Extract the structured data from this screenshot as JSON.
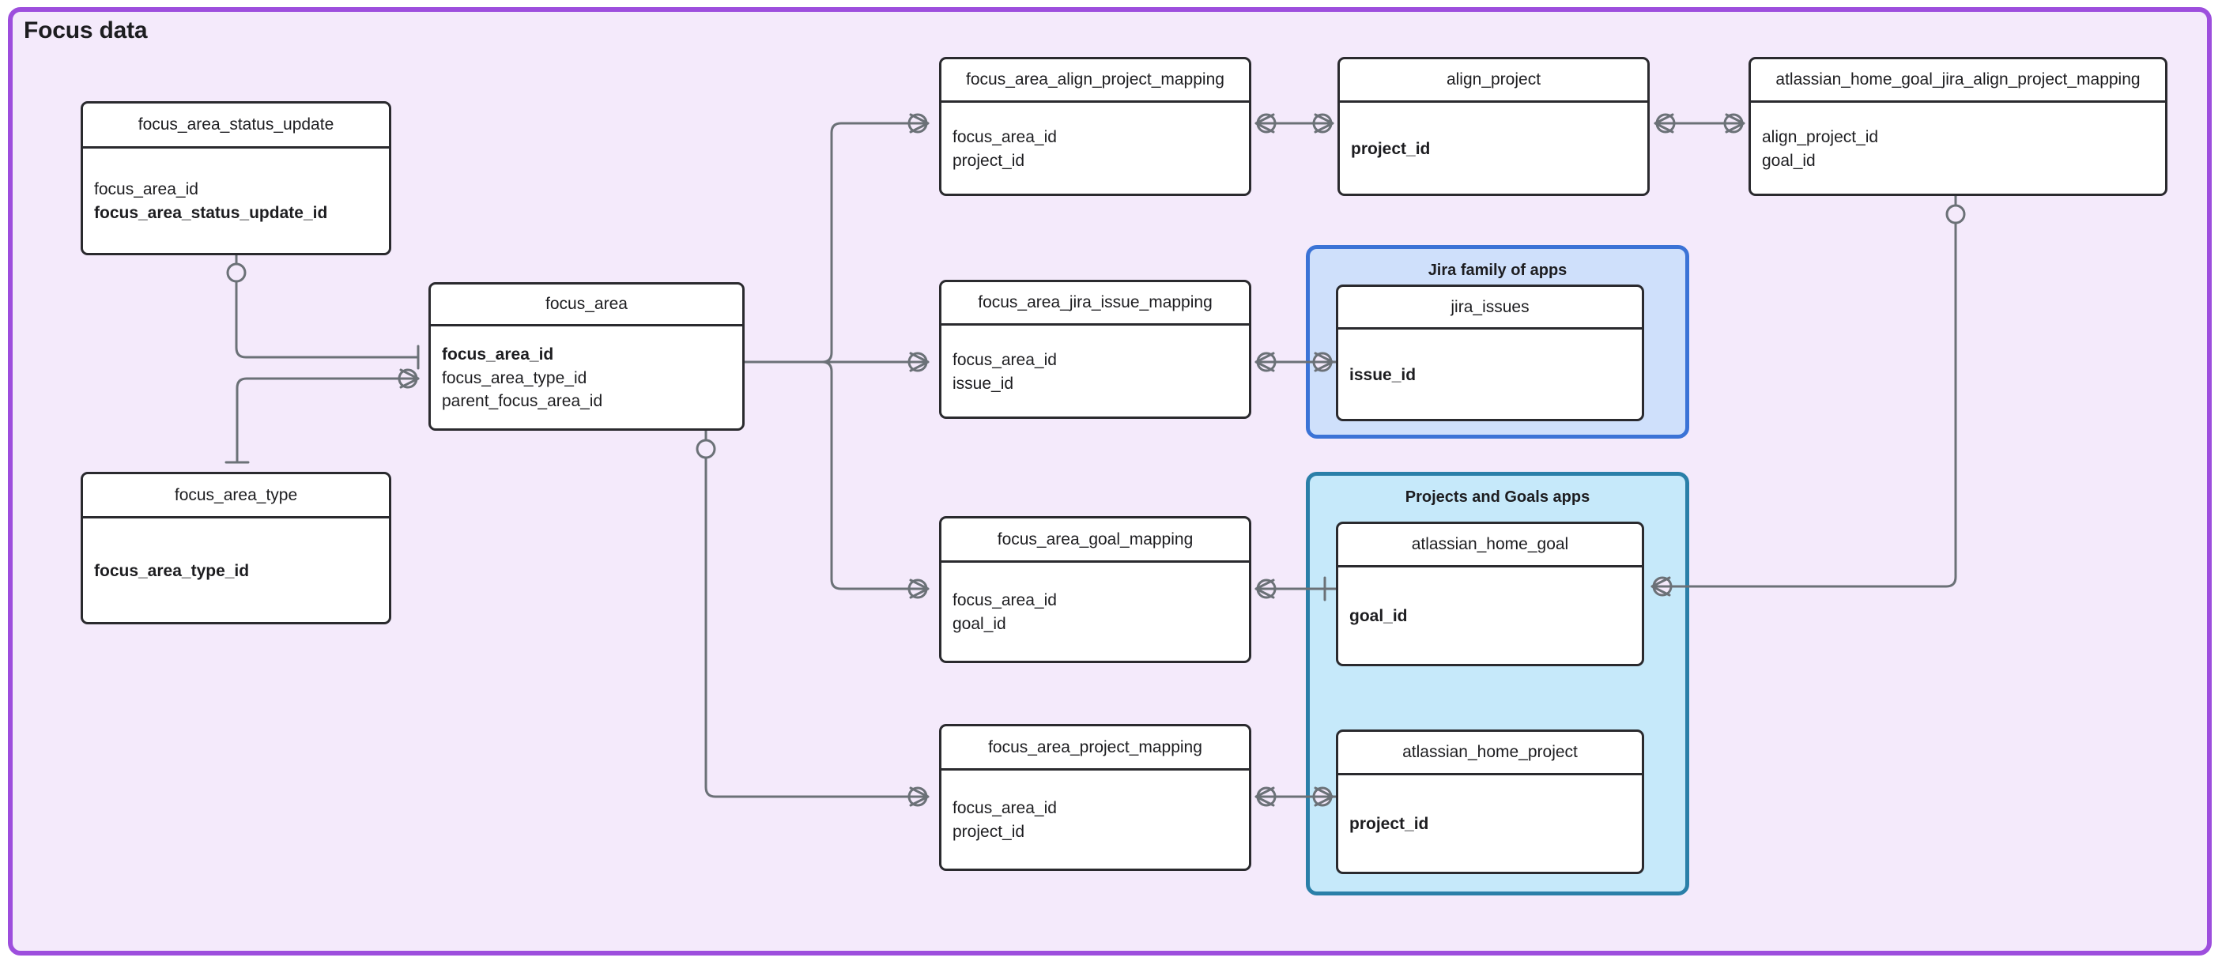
{
  "diagram": {
    "title": "Focus data",
    "frame_color": "#9d4edd",
    "frame_background": "#f4eafb",
    "connector_color": "#6b7177"
  },
  "groups": [
    {
      "id": "jira-family",
      "title": "Jira family of apps",
      "background": "#cfe0fb",
      "border_color": "#3b73d6"
    },
    {
      "id": "projects-goals",
      "title": "Projects and Goals apps",
      "background": "#c6e9fa",
      "border_color": "#2a7fa8"
    }
  ],
  "entities": [
    {
      "id": "focus_area_status_update",
      "name": "focus_area_status_update",
      "attributes": [
        {
          "name": "focus_area_id",
          "key": false
        },
        {
          "name": "focus_area_status_update_id",
          "key": true
        }
      ]
    },
    {
      "id": "focus_area",
      "name": "focus_area",
      "attributes": [
        {
          "name": "focus_area_id",
          "key": true
        },
        {
          "name": "focus_area_type_id",
          "key": false
        },
        {
          "name": "parent_focus_area_id",
          "key": false
        }
      ]
    },
    {
      "id": "focus_area_type",
      "name": "focus_area_type",
      "attributes": [
        {
          "name": "focus_area_type_id",
          "key": true
        }
      ]
    },
    {
      "id": "focus_area_align_project_mapping",
      "name": "focus_area_align_project_mapping",
      "attributes": [
        {
          "name": "focus_area_id",
          "key": false
        },
        {
          "name": "project_id",
          "key": false
        }
      ]
    },
    {
      "id": "align_project",
      "name": "align_project",
      "attributes": [
        {
          "name": "project_id",
          "key": true
        }
      ]
    },
    {
      "id": "atlassian_home_goal_jira_align_project_mapping",
      "name": "atlassian_home_goal_jira_align_project_mapping",
      "attributes": [
        {
          "name": "align_project_id",
          "key": false
        },
        {
          "name": "goal_id",
          "key": false
        }
      ]
    },
    {
      "id": "focus_area_jira_issue_mapping",
      "name": "focus_area_jira_issue_mapping",
      "attributes": [
        {
          "name": "focus_area_id",
          "key": false
        },
        {
          "name": "issue_id",
          "key": false
        }
      ]
    },
    {
      "id": "jira_issues",
      "name": "jira_issues",
      "attributes": [
        {
          "name": "issue_id",
          "key": true
        }
      ]
    },
    {
      "id": "focus_area_goal_mapping",
      "name": "focus_area_goal_mapping",
      "attributes": [
        {
          "name": "focus_area_id",
          "key": false
        },
        {
          "name": "goal_id",
          "key": false
        }
      ]
    },
    {
      "id": "atlassian_home_goal",
      "name": "atlassian_home_goal",
      "attributes": [
        {
          "name": "goal_id",
          "key": true
        }
      ]
    },
    {
      "id": "focus_area_project_mapping",
      "name": "focus_area_project_mapping",
      "attributes": [
        {
          "name": "focus_area_id",
          "key": false
        },
        {
          "name": "project_id",
          "key": false
        }
      ]
    },
    {
      "id": "atlassian_home_project",
      "name": "atlassian_home_project",
      "attributes": [
        {
          "name": "project_id",
          "key": true
        }
      ]
    }
  ]
}
